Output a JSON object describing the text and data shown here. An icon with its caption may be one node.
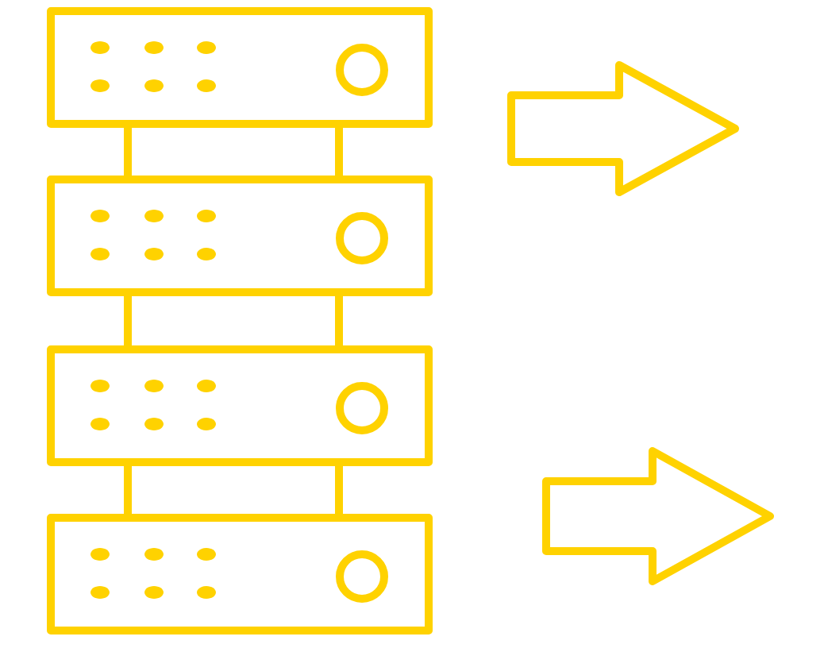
{
  "diagram": {
    "nodes": [
      {
        "text": [],
        "shape": "box"
      },
      {
        "text": [],
        "shape": "box"
      },
      {
        "text": [],
        "shape": "box"
      },
      {
        "text": [],
        "shape": "box"
      }
    ],
    "edges": [
      {
        "from": 0,
        "to": 1,
        "arrow": "none"
      },
      {
        "from": 0,
        "to": 1,
        "arrow": "none"
      },
      {
        "from": 1,
        "to": 2,
        "arrow": "none"
      },
      {
        "from": 1,
        "to": 2,
        "arrow": "none"
      },
      {
        "from": 2,
        "to": 3,
        "arrow": "none"
      },
      {
        "from": 2,
        "to": 3,
        "arrow": "none"
      }
    ]
  }
}
